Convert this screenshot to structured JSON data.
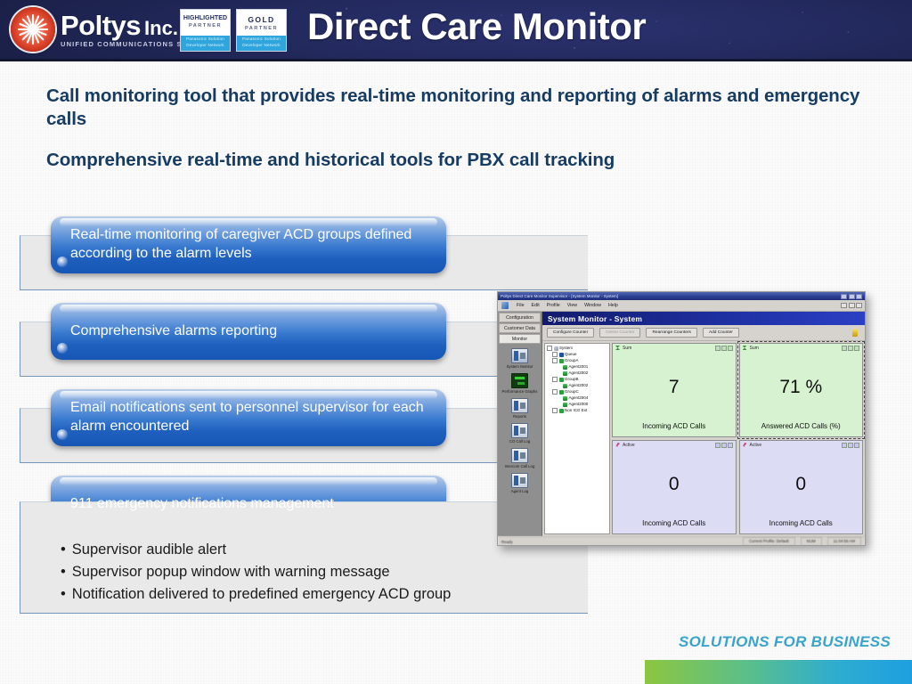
{
  "header": {
    "title": "Direct Care Monitor",
    "logo": {
      "name": "Poltys",
      "suffix": "Inc.",
      "tagline": "UNIFIED COMMUNICATIONS SOLUTIONS",
      "mark": "starburst-icon"
    },
    "badges": [
      {
        "line1": "HIGHLIGHTED",
        "line2": "PARTNER",
        "foot1": "Panasonic Solution",
        "foot2": "Developer Network"
      },
      {
        "line1": "GOLD",
        "line2": "PARTNER",
        "foot1": "Panasonic Solution",
        "foot2": "Developer Network"
      }
    ]
  },
  "intro": {
    "line1": "Call monitoring tool that provides real-time monitoring and reporting of alarms and emergency calls",
    "line2": "Comprehensive real-time and historical tools for PBX call tracking"
  },
  "features": [
    {
      "text": "Real-time monitoring of caregiver ACD groups defined according to the alarm levels"
    },
    {
      "text": "Comprehensive alarms reporting"
    },
    {
      "text": "Email notifications sent to personnel supervisor  for each alarm encountered"
    },
    {
      "text": "911 emergency notifications management"
    }
  ],
  "bullets": [
    {
      "marker": "•",
      "text": "Supervisor audible alert"
    },
    {
      "marker": "•",
      "text": "Supervisor popup window with warning message"
    },
    {
      "marker": "•",
      "text": "Notification delivered to predefined emergency ACD group"
    }
  ],
  "app": {
    "window_title": "Poltys Direct Care Monitor Supervisor - [System Monitor - System]",
    "menu": [
      "File",
      "Edit",
      "Profile",
      "View",
      "Window",
      "Help"
    ],
    "nav_tabs": [
      "Configuration",
      "Customer Data",
      "Monitor"
    ],
    "nav_icons": [
      {
        "label": "System Monitor",
        "icon": "system-monitor-icon"
      },
      {
        "label": "Performance Graphs",
        "icon": "performance-graph-icon"
      },
      {
        "label": "Reports",
        "icon": "reports-icon"
      },
      {
        "label": "CO Call Log",
        "icon": "co-call-log-icon"
      },
      {
        "label": "Intercom Call Log",
        "icon": "intercom-call-log-icon"
      },
      {
        "label": "Agent Log",
        "icon": "agent-log-icon"
      }
    ],
    "mdi_title": "System Monitor - System",
    "toolbar": [
      {
        "label": "Configure Counter",
        "disabled": false
      },
      {
        "label": "Delete Counter",
        "disabled": true
      },
      {
        "label": "Rearrange Counters",
        "disabled": false
      },
      {
        "label": "Add Counter",
        "disabled": false
      }
    ],
    "tree": [
      {
        "label": "System",
        "depth": 0,
        "icon": "system-node-icon"
      },
      {
        "label": "Queue",
        "depth": 1,
        "icon": "queue-node-icon"
      },
      {
        "label": "GroupA",
        "depth": 1,
        "icon": "group-node-icon"
      },
      {
        "label": "Agent2001",
        "depth": 2,
        "icon": "agent-node-icon"
      },
      {
        "label": "Agent2002",
        "depth": 2,
        "icon": "agent-node-icon"
      },
      {
        "label": "GroupB",
        "depth": 1,
        "icon": "group-node-icon"
      },
      {
        "label": "Agent2002",
        "depth": 2,
        "icon": "agent-node-icon"
      },
      {
        "label": "GroupC",
        "depth": 1,
        "icon": "group-node-icon"
      },
      {
        "label": "Agent2004",
        "depth": 2,
        "icon": "agent-node-icon"
      },
      {
        "label": "Agent2000",
        "depth": 2,
        "icon": "agent-node-icon"
      },
      {
        "label": "Non ICG Ext",
        "depth": 1,
        "icon": "group-node-icon"
      }
    ],
    "counters": [
      {
        "header": "Sum",
        "value": "7",
        "label": "Incoming ACD Calls",
        "kind": "sum"
      },
      {
        "header": "Sum",
        "value": "71 %",
        "label": "Answered ACD Calls (%)",
        "kind": "sum"
      },
      {
        "header": "Active",
        "value": "0",
        "label": "Incoming ACD Calls",
        "kind": "active"
      },
      {
        "header": "Active",
        "value": "0",
        "label": "Incoming ACD Calls",
        "kind": "active"
      }
    ],
    "status": {
      "ready": "Ready",
      "profile": "Current Profile: Default",
      "num": "NUM",
      "time": "11:04:56 AM"
    }
  },
  "footer": {
    "tagline": "SOLUTIONS FOR BUSINESS"
  },
  "colors": {
    "header_bg": "#232a5e",
    "pill_blue": "#1f5fbe",
    "text_navy": "#173c63",
    "panel_gray": "#e9e9e9",
    "footer_teal": "#3aa3c9",
    "counter_sum_bg": "#d6f2d0",
    "counter_active_bg": "#dcdcf5"
  }
}
